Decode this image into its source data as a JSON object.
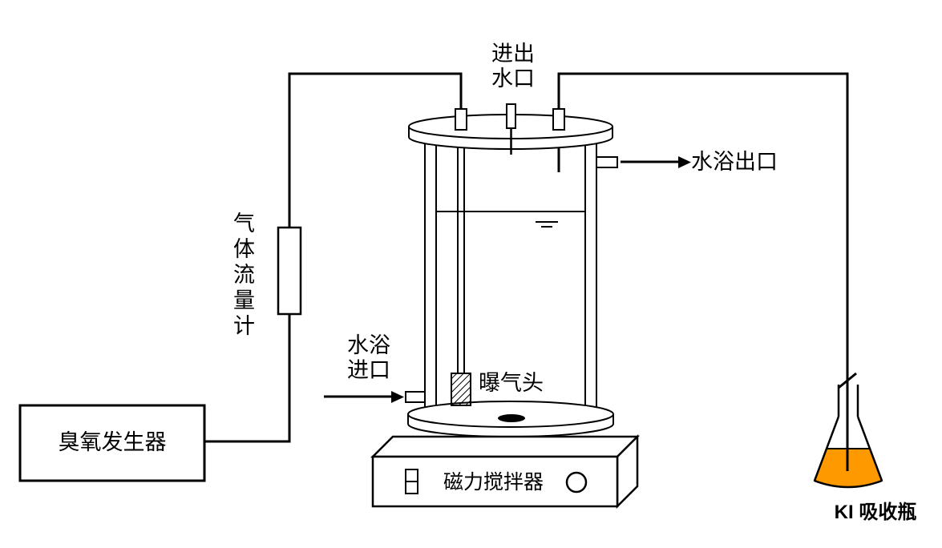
{
  "diagram": {
    "labels": {
      "ozone_generator": "臭氧发生器",
      "gas_flow_meter": "气体流量计",
      "water_port_line1": "进出",
      "water_port_line2": "水口",
      "water_bath_outlet": "水浴出口",
      "water_bath_inlet_line1": "水浴",
      "water_bath_inlet_line2": "进口",
      "aeration_head": "曝气头",
      "magnetic_stirrer": "磁力搅拌器",
      "ki_absorption_bottle": "KI 吸收瓶"
    },
    "icons": {
      "water_bath_inlet_arrow": "right-arrow",
      "water_bath_outlet_arrow": "right-arrow"
    },
    "colors": {
      "line": "#000000",
      "background": "#ffffff",
      "ki_liquid": "#ff9900"
    }
  }
}
